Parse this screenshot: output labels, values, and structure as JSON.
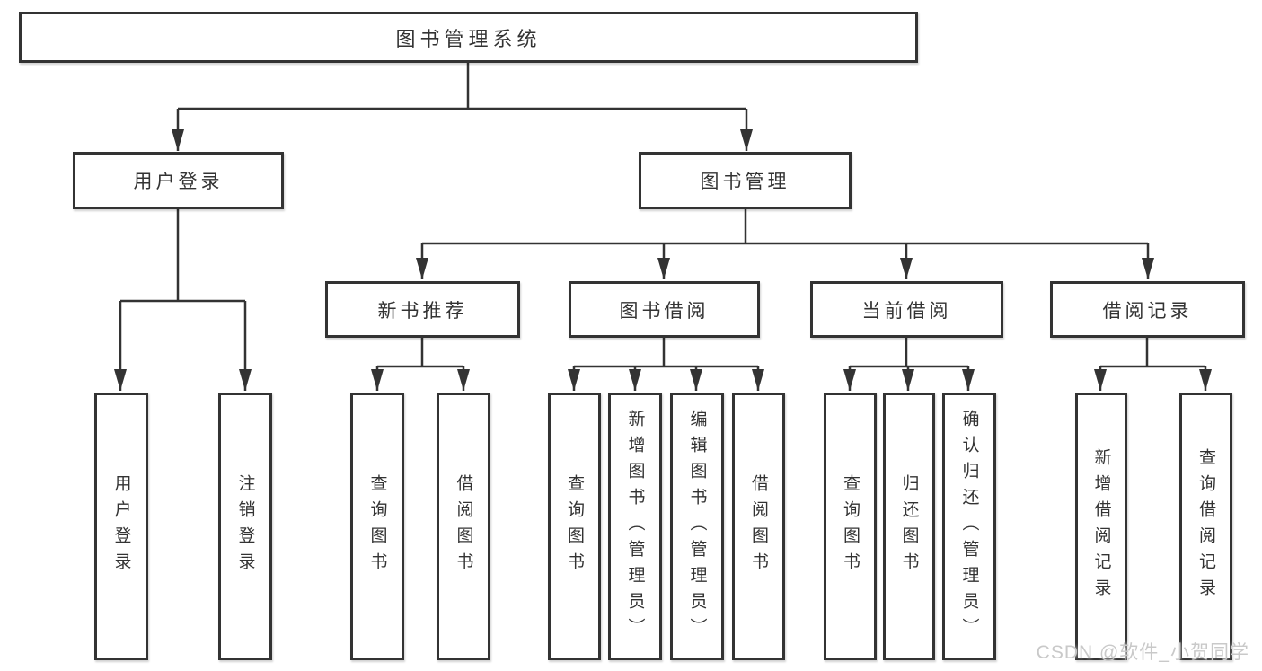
{
  "diagram": {
    "nodes": [
      {
        "id": "root",
        "label": "图书管理系统"
      },
      {
        "id": "user-login-group",
        "label": "用户登录"
      },
      {
        "id": "book-management",
        "label": "图书管理"
      },
      {
        "id": "new-book-recommend",
        "label": "新书推荐"
      },
      {
        "id": "book-borrowing",
        "label": "图书借阅"
      },
      {
        "id": "current-borrowing",
        "label": "当前借阅"
      },
      {
        "id": "borrowing-records",
        "label": "借阅记录"
      },
      {
        "id": "user-login",
        "label": "用户登录"
      },
      {
        "id": "logout",
        "label": "注销登录"
      },
      {
        "id": "query-books-recommend",
        "label": "查询图书"
      },
      {
        "id": "borrow-books-recommend",
        "label": "借阅图书"
      },
      {
        "id": "query-books-borrowing",
        "label": "查询图书"
      },
      {
        "id": "add-books-admin",
        "label": "新增图书（管理员）"
      },
      {
        "id": "edit-books-admin",
        "label": "编辑图书（管理员）"
      },
      {
        "id": "borrow-books-borrowing",
        "label": "借阅图书"
      },
      {
        "id": "query-books-current",
        "label": "查询图书"
      },
      {
        "id": "return-books",
        "label": "归还图书"
      },
      {
        "id": "confirm-return-admin",
        "label": "确认归还（管理员）"
      },
      {
        "id": "add-borrow-record",
        "label": "新增借阅记录"
      },
      {
        "id": "query-borrow-record",
        "label": "查询借阅记录"
      }
    ]
  },
  "watermark": {
    "text": "CSDN @软件_小贺同学"
  },
  "colors": {
    "line": "#333333",
    "border": "#333333",
    "fill": "#ffffff",
    "text": "#333333",
    "watermark": "#c9c9c9",
    "background": "#ffffff"
  }
}
